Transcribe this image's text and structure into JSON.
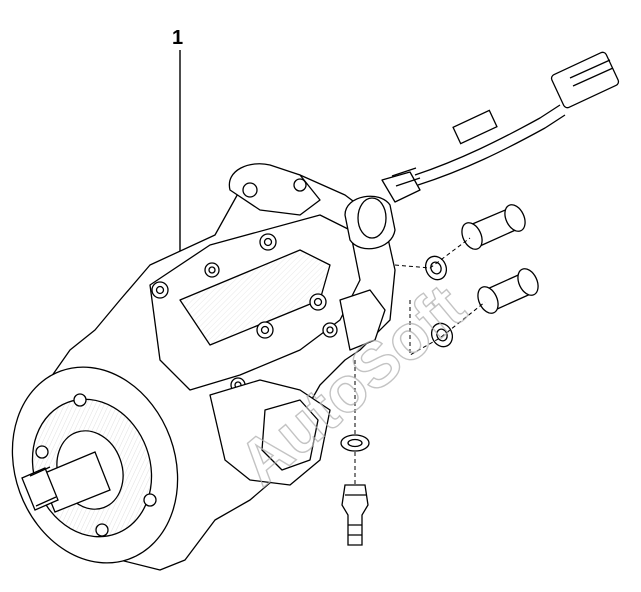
{
  "diagram": {
    "callouts": [
      {
        "id": "callout-1",
        "label": "1"
      }
    ],
    "watermark": "AutoSoft",
    "colors": {
      "line": "#000000",
      "watermark": "#b0b0b0",
      "background": "#ffffff"
    }
  }
}
